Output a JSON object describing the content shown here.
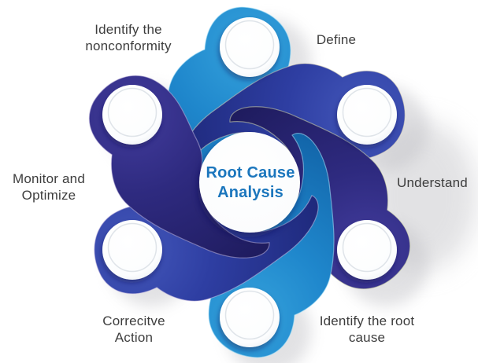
{
  "diagram": {
    "center_title": "Root Cause\nAnalysis",
    "labels": {
      "identify_nonconformity": "Identify the\nnonconformity",
      "define": "Define",
      "understand": "Understand",
      "identify_root_cause": "Identify the root\ncause",
      "corrective_action": "Correcitve\nAction",
      "monitor_optimize": "Monitor and\nOptimize"
    },
    "petals": [
      {
        "position": "top",
        "color_name": "cerulean"
      },
      {
        "position": "upper-right",
        "color_name": "royal-blue"
      },
      {
        "position": "lower-right",
        "color_name": "indigo"
      },
      {
        "position": "bottom",
        "color_name": "cerulean"
      },
      {
        "position": "lower-left",
        "color_name": "royal-blue"
      },
      {
        "position": "upper-left",
        "color_name": "indigo"
      }
    ],
    "colors": {
      "cerulean": "#1f87cc",
      "royal_blue": "#2e3ea2",
      "indigo": "#2e2a7f",
      "title_text": "#1b76bd",
      "label_text": "#3d3d3d",
      "background": "#ffffff",
      "shadow": "#c6c6ca",
      "node_fill": "#ffffff"
    }
  }
}
